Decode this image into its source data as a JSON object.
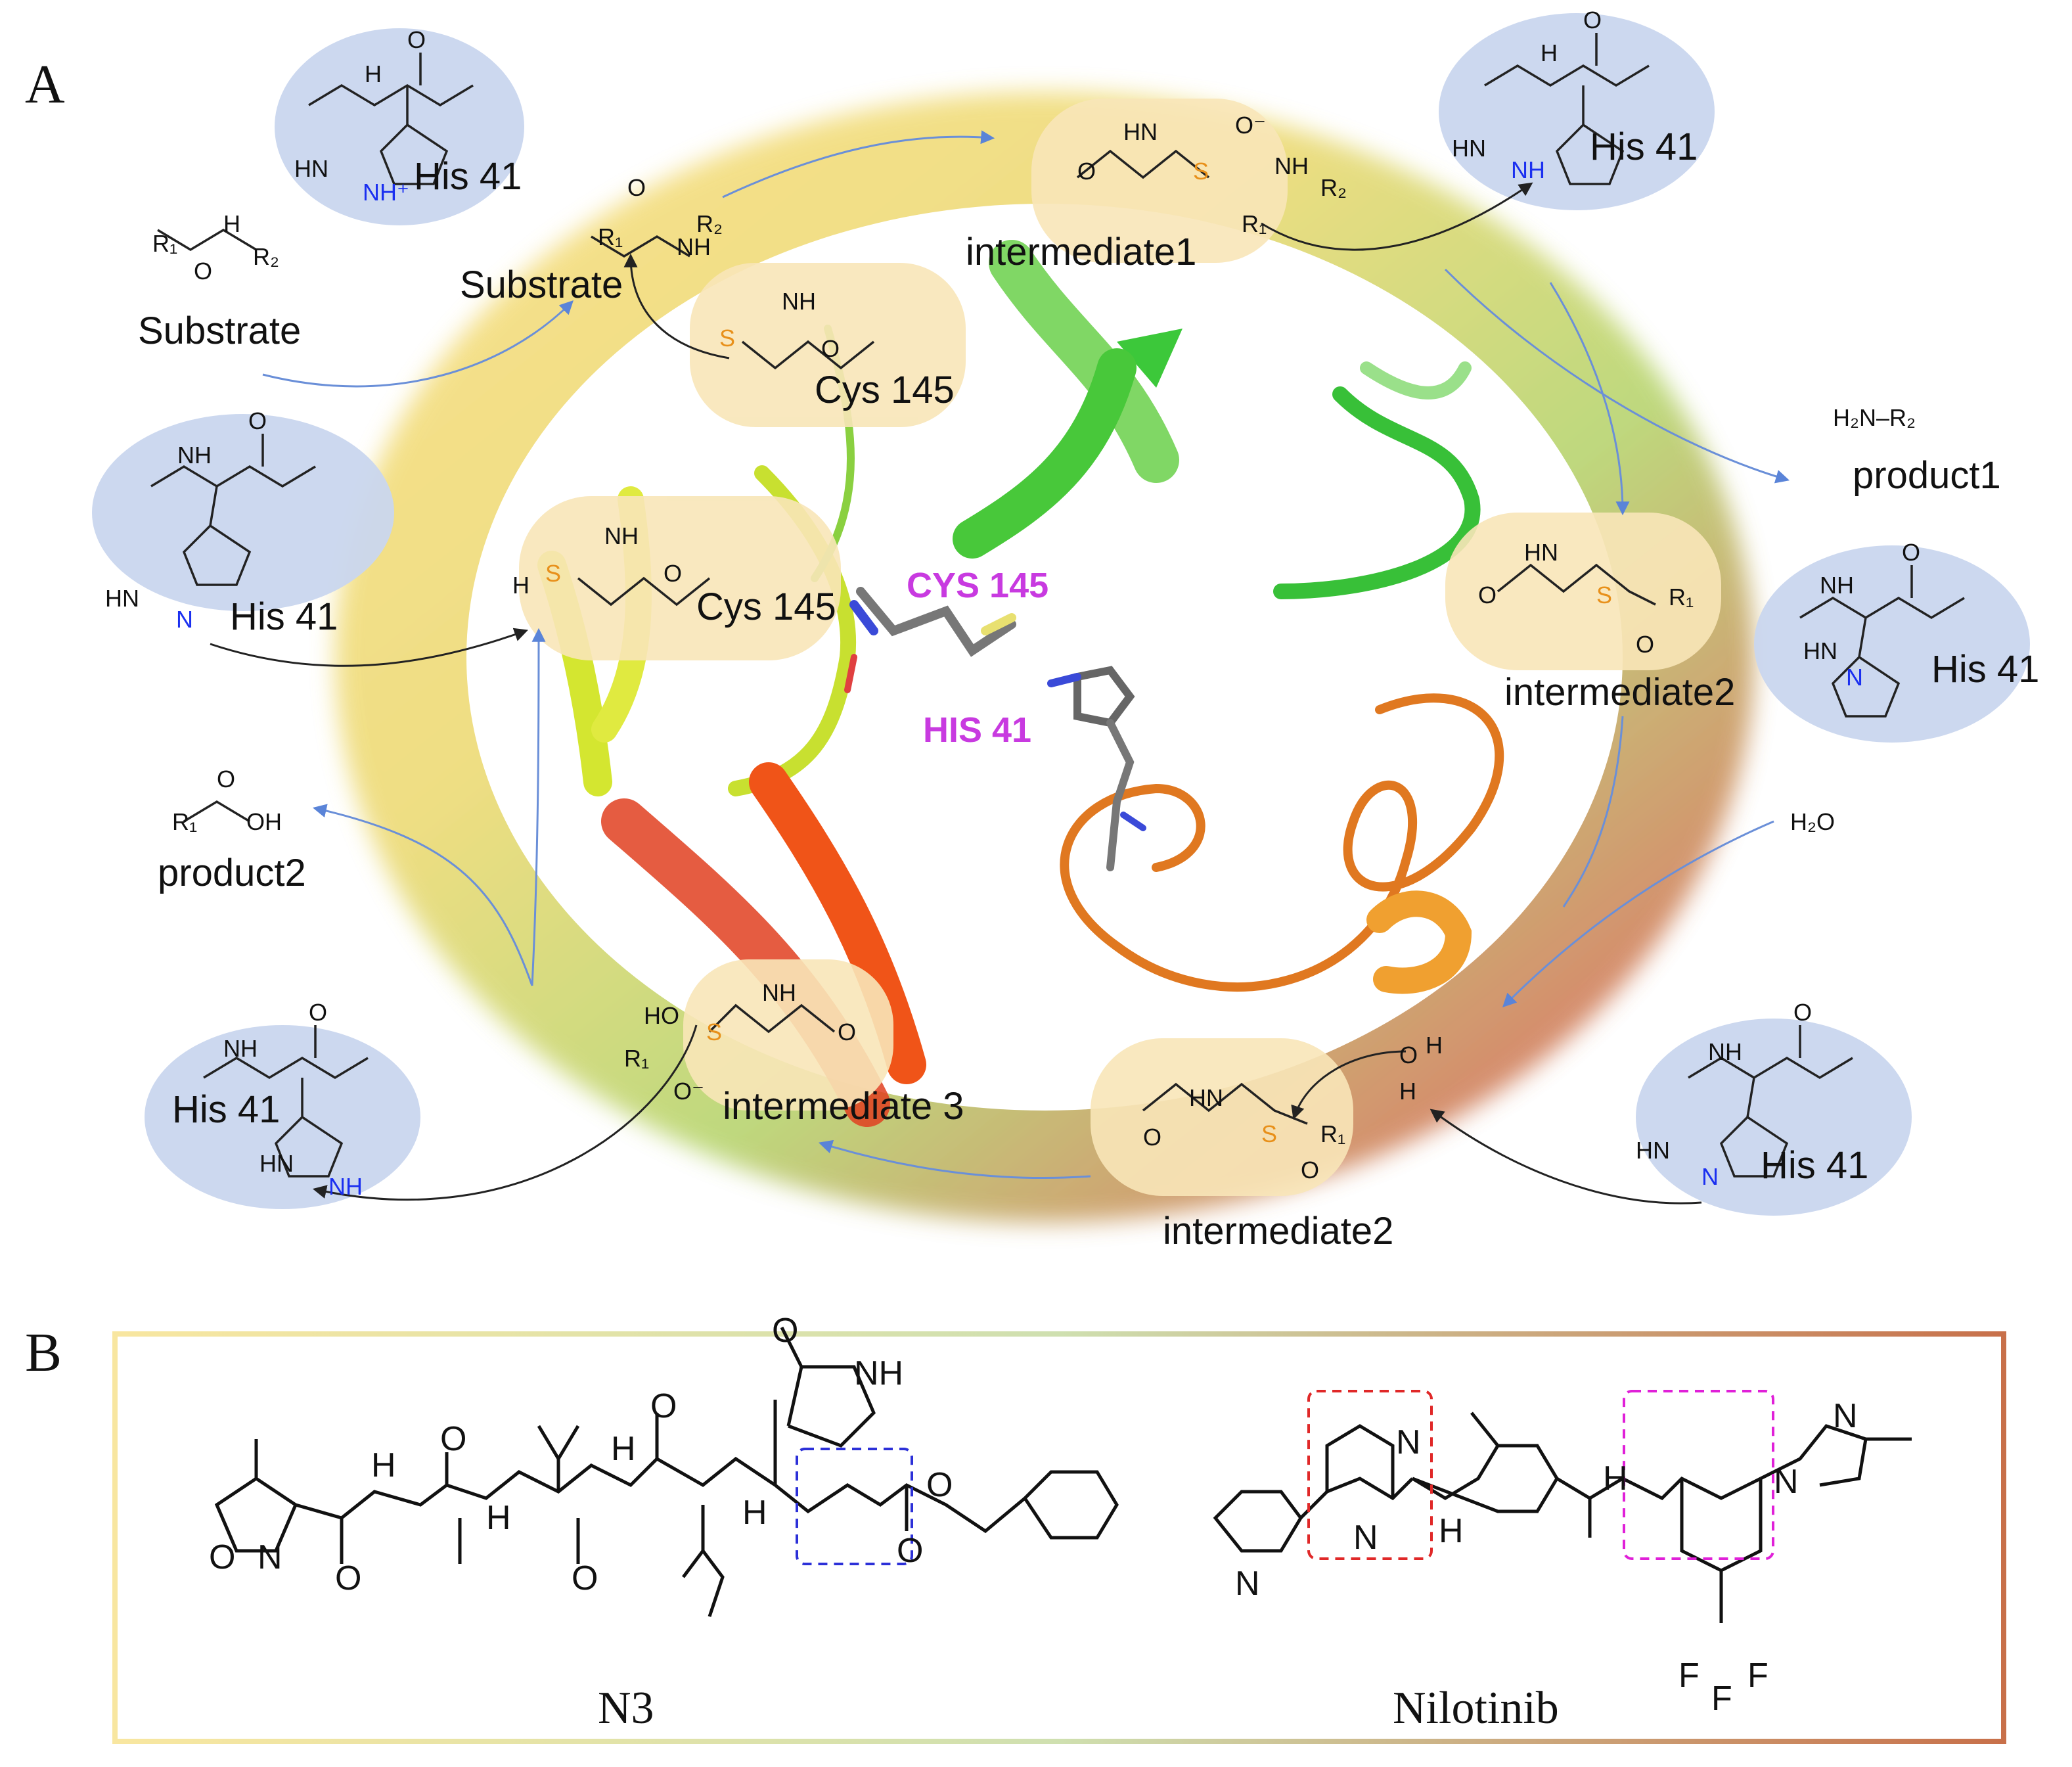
{
  "panels": {
    "a": "A",
    "b": "B"
  },
  "cycle": {
    "substrate_left": "Substrate",
    "substrate_top": "Substrate",
    "his41": "His 41",
    "cys145": "Cys 145",
    "intermediate1": "intermediate1",
    "intermediate2_right": "intermediate2",
    "intermediate2_bottom": "intermediate2",
    "intermediate3": "intermediate 3",
    "product1": "product1",
    "product2": "product2",
    "h2o": "H₂O",
    "h2n_r2": "H₂N–R₂"
  },
  "protein_labels": {
    "cys": "CYS  145",
    "his": "HIS  41"
  },
  "panel_b": {
    "n3": "N3",
    "nilotinib": "Nilotinib"
  },
  "atoms": {
    "nh": "NH",
    "hn": "HN",
    "o": "O",
    "s": "S",
    "n": "N",
    "h": "H",
    "r1": "R₁",
    "r2": "R₂",
    "oh": "OH",
    "ho": "HO",
    "nhplus": "NH⁺",
    "f": "F",
    "ominus": "O⁻"
  },
  "colors": {
    "his_bubble": "#c9d6ee",
    "cys_bubble": "#f8e6b8",
    "sulfur": "#e8901a",
    "nitrogen_blue": "#1a2ff0",
    "arrow_blue": "#6a8fd8",
    "residue_label": "#c83ae0",
    "box_red": "#e02828",
    "box_magenta": "#e020d8",
    "box_blue": "#2c30d8"
  }
}
